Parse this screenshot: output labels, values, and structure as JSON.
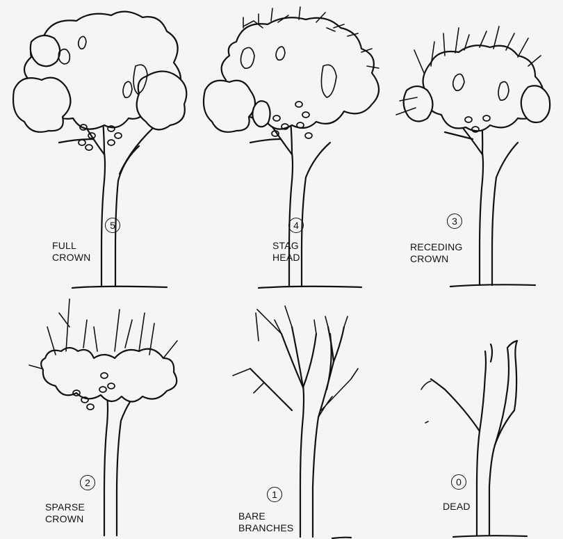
{
  "stages": [
    {
      "number": "5",
      "line1": "FULL",
      "line2": "CROWN"
    },
    {
      "number": "4",
      "line1": "STAG",
      "line2": "HEAD"
    },
    {
      "number": "3",
      "line1": "RECEDING",
      "line2": "CROWN"
    },
    {
      "number": "2",
      "line1": "SPARSE",
      "line2": "CROWN"
    },
    {
      "number": "1",
      "line1": "BARE",
      "line2": "BRANCHES"
    },
    {
      "number": "0",
      "line1": "DEAD",
      "line2": ""
    }
  ]
}
